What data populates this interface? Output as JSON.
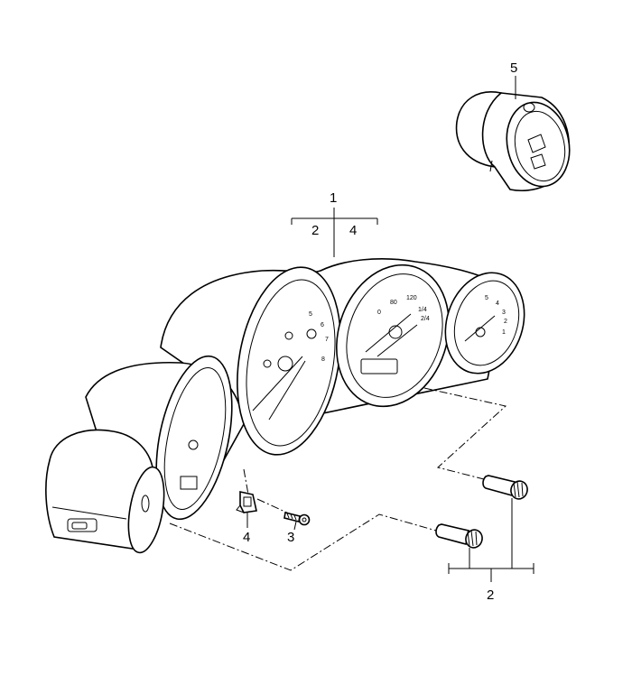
{
  "callouts": {
    "c1": "1",
    "c1_sub_a": "2",
    "c1_sub_b": "4",
    "c2": "2",
    "c3": "3",
    "c4": "4",
    "c5": "5"
  },
  "speedo_ticks": [
    "80",
    "120",
    "1/4",
    "2/4",
    "0"
  ],
  "tacho_ticks": [
    "5",
    "6",
    "7",
    "8"
  ],
  "fuel_ticks": [
    "5",
    "4",
    "3",
    "2",
    "1"
  ],
  "icons": [
    "instrument-cluster-illustration",
    "clock-gauge-illustration",
    "screw-illustration",
    "clip-illustration",
    "bulb-illustration"
  ]
}
